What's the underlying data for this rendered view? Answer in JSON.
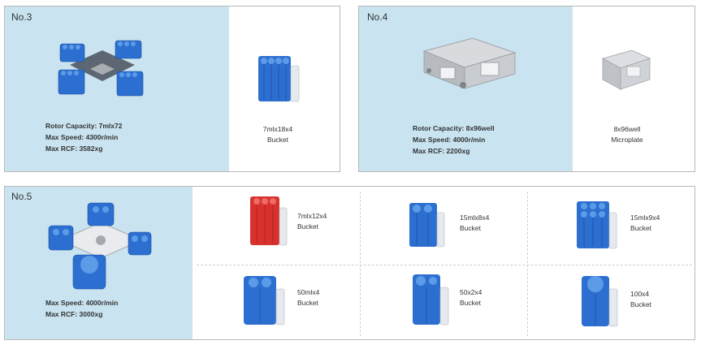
{
  "card3": {
    "label": "No.3",
    "specs": [
      "Rotor Capacity: 7mlx72",
      "Max Speed: 4300r/min",
      "Max RCF: 3582xg"
    ],
    "bucket": [
      "7mlx18x4",
      "Bucket"
    ]
  },
  "card4": {
    "label": "No.4",
    "specs": [
      "Rotor Capacity: 8x96well",
      "Max Speed:  4000r/min",
      "Max RCF:  2200xg"
    ],
    "bucket": [
      "8x96well",
      "Microplate"
    ]
  },
  "card5": {
    "label": "No.5",
    "specs": [
      "Max Speed: 4000r/min",
      "Max RCF: 3000xg"
    ],
    "buckets": [
      [
        "7mlx12x4",
        "Bucket"
      ],
      [
        "15mlx8x4",
        "Bucket"
      ],
      [
        "15mlx9x4",
        "Bucket"
      ],
      [
        "50mlx4",
        "Bucket"
      ],
      [
        "50x2x4",
        "Bucket"
      ],
      [
        "100x4",
        "Bucket"
      ]
    ]
  },
  "colors": {
    "panel": "#c9e4f0",
    "bucket_blue": "#2d6fd0",
    "bucket_red": "#d9322e",
    "metal": "#c7c9cc",
    "border": "#b9b9b9"
  }
}
